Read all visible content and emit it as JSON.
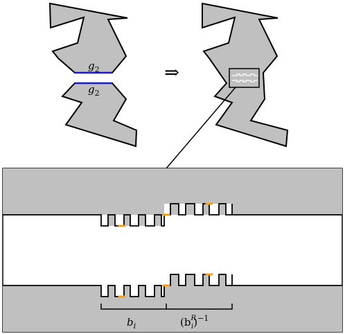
{
  "labels": {
    "gluing_top": "g",
    "gluing_top_sub": "2",
    "gluing_bottom": "g",
    "gluing_bottom_sub": "2",
    "arrow": "⇒",
    "brace_left_base": "b",
    "brace_left_sub": "i",
    "brace_right_open": "(b",
    "brace_right_sup": "R",
    "brace_right_sub": "i",
    "brace_right_close": ")",
    "brace_right_exp": "−1"
  },
  "colors": {
    "fill": "#c0c0c0",
    "stroke": "#000000",
    "gluing_edge": "#1a1acc",
    "marker": "#f0a020"
  }
}
